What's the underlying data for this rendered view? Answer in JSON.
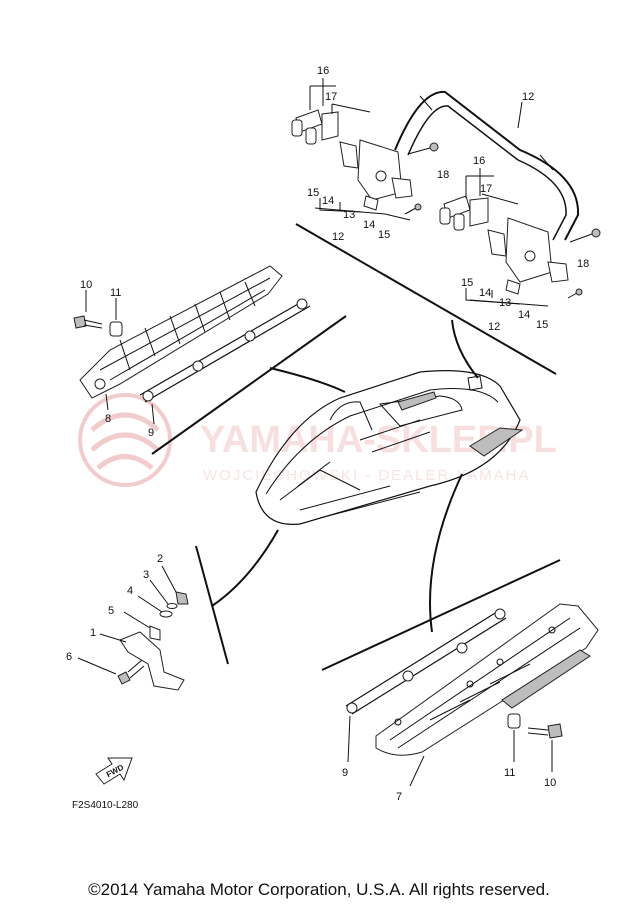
{
  "watermark": {
    "brand": "YAMAHA-SKLEP.PL",
    "tagline": "WOJCIECHOWSKI - DEALER YAMAHA"
  },
  "callouts": {
    "handle_top": [
      "16",
      "17",
      "12",
      "15",
      "14",
      "18",
      "13",
      "14",
      "15",
      "12"
    ],
    "handle_bottom": [
      "16",
      "17",
      "15",
      "14",
      "13",
      "18",
      "12",
      "14",
      "15"
    ],
    "left_step": [
      "10",
      "11",
      "8",
      "9"
    ],
    "clamp": [
      "2",
      "3",
      "4",
      "5",
      "1",
      "6"
    ],
    "right_step": [
      "9",
      "11",
      "10",
      "7"
    ]
  },
  "fwd_label": "FWD",
  "figure_id": "F2S4010-L280",
  "copyright": "©2014 Yamaha Motor Corporation, U.S.A. All rights reserved.",
  "colors": {
    "line": "#111111",
    "watermark": "#e9a3a3"
  }
}
